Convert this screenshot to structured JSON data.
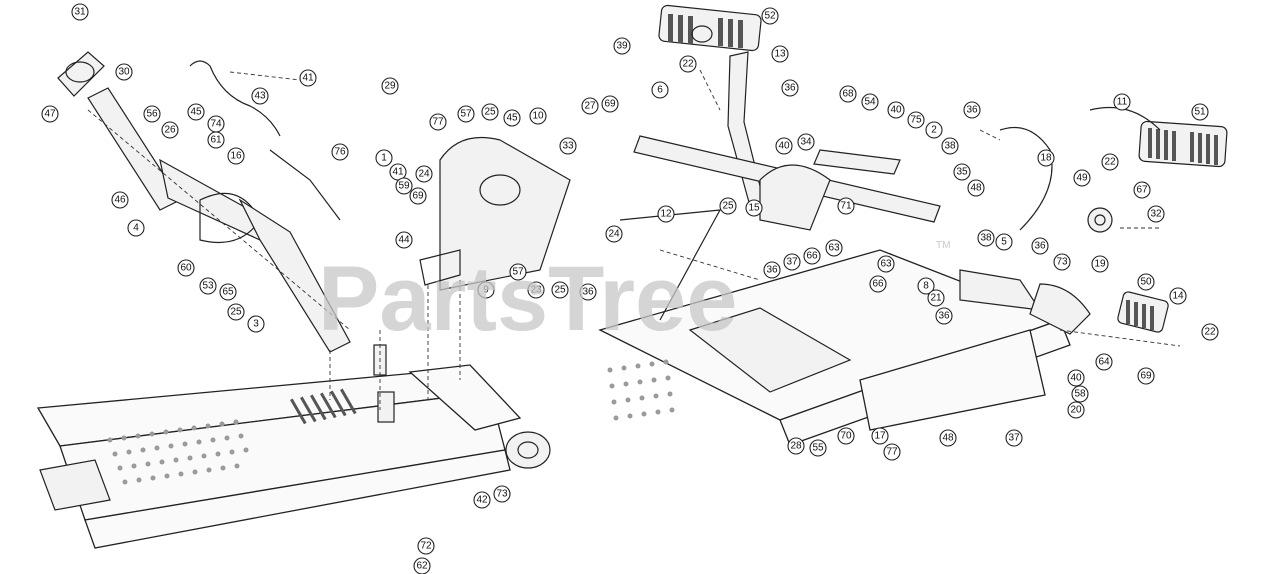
{
  "watermark": {
    "text": "PartsTree",
    "trademark": "TM"
  },
  "left_assembly": {
    "callouts": [
      "31",
      "47",
      "30",
      "56",
      "26",
      "46",
      "4",
      "45",
      "74",
      "43",
      "41",
      "61",
      "16",
      "60",
      "53",
      "65",
      "25",
      "3",
      "29",
      "76",
      "77",
      "57",
      "25",
      "45",
      "10",
      "1",
      "24",
      "41",
      "59",
      "69",
      "44",
      "9",
      "57",
      "27",
      "33",
      "25",
      "36",
      "73",
      "42",
      "72",
      "62",
      "23"
    ]
  },
  "right_assembly": {
    "callouts": [
      "52",
      "13",
      "22",
      "39",
      "6",
      "69",
      "36",
      "40",
      "34",
      "68",
      "54",
      "40",
      "75",
      "2",
      "38",
      "35",
      "48",
      "25",
      "15",
      "12",
      "24",
      "37",
      "66",
      "63",
      "36",
      "28",
      "55",
      "70",
      "17",
      "77",
      "48",
      "37",
      "66",
      "63",
      "8",
      "21",
      "36",
      "71",
      "36",
      "18",
      "49",
      "11",
      "51",
      "22",
      "67",
      "32",
      "38",
      "5",
      "36",
      "73",
      "19",
      "50",
      "14",
      "22",
      "64",
      "69",
      "40",
      "58",
      "20"
    ]
  }
}
